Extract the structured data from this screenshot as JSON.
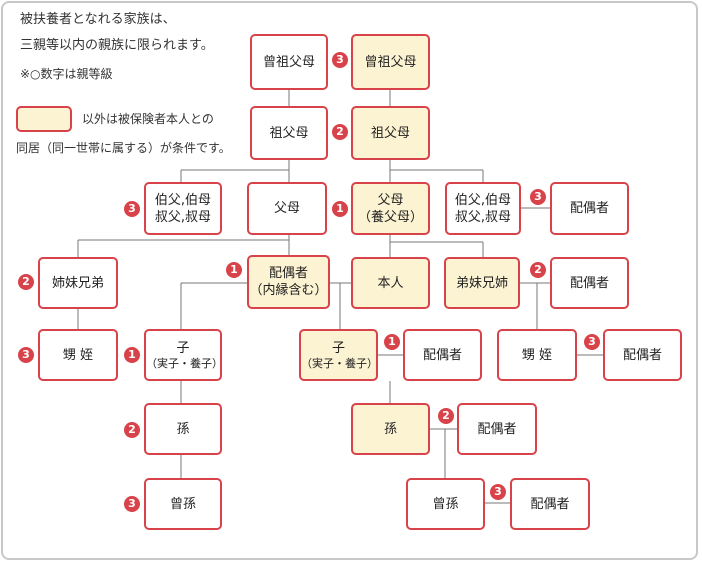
{
  "intro": {
    "line1": "被扶養者となれる家族は、",
    "line2": "三親等以内の親族に限られます。",
    "note": "※○数字は親等級"
  },
  "legend": {
    "line1": "以外は被保険者本人との",
    "line2": "同居（同一世帯に属する）が条件です。"
  },
  "colors": {
    "border": "#d8434a",
    "highlight": "#fcf3d3",
    "line": "#777777",
    "badge": "#d8434a"
  },
  "nodes": {
    "great_grandparents": "曾祖父母",
    "great_grandparents_spouse_side": "曾祖父母",
    "grandparents": "祖父母",
    "grandparents_spouse_side": "祖父母",
    "uncles_aunts_l1": "伯父,伯母",
    "uncles_aunts_l2": "叔父,叔母",
    "parents": "父母",
    "parents_in_law_l1": "父母",
    "parents_in_law_l2": "（養父母）",
    "uncles_aunts_r_l1": "伯父,伯母",
    "uncles_aunts_r_l2": "叔父,叔母",
    "uncles_aunts_spouse": "配偶者",
    "siblings_left": "姉妹兄弟",
    "spouse_l1": "配偶者",
    "spouse_l2": "（内縁含む）",
    "self": "本人",
    "siblings_right": "弟妹兄姉",
    "siblings_spouse": "配偶者",
    "nephews_left": "甥 姪",
    "child_left_l1": "子",
    "child_left_l2": "（実子・養子）",
    "child_right_l1": "子",
    "child_right_l2": "（実子・養子）",
    "child_spouse": "配偶者",
    "nephews_right": "甥 姪",
    "nephews_spouse": "配偶者",
    "grandchild_left": "孫",
    "grandchild_right": "孫",
    "grandchild_spouse": "配偶者",
    "great_grandchild_left": "曾孫",
    "great_grandchild_right": "曾孫",
    "great_grandchild_spouse": "配偶者"
  },
  "badges": {
    "great_grandparents": "3",
    "grandparents": "2",
    "uncles_aunts_left": "3",
    "parents_in_law": "1",
    "uncles_aunts_spouse": "3",
    "siblings_left": "2",
    "spouse": "1",
    "siblings_spouse": "2",
    "nephews_left": "3",
    "child_left": "1",
    "child_spouse": "1",
    "nephews_spouse": "3",
    "grandchild_left": "2",
    "grandchild_spouse": "2",
    "great_grandchild_left": "3",
    "great_grandchild_spouse": "3"
  }
}
